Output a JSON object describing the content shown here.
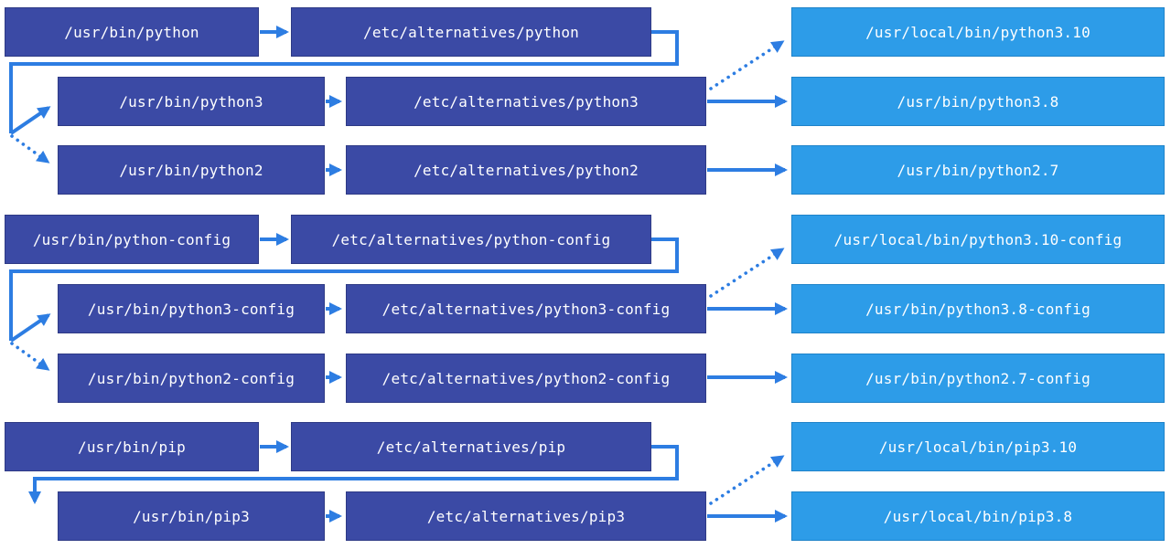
{
  "diagram": {
    "python": {
      "usr_bin": "/usr/bin/python",
      "alternatives": "/etc/alternatives/python",
      "usr_bin_3": "/usr/bin/python3",
      "alternatives_3": "/etc/alternatives/python3",
      "usr_bin_2": "/usr/bin/python2",
      "alternatives_2": "/etc/alternatives/python2",
      "target_local_310": "/usr/local/bin/python3.10",
      "target_38": "/usr/bin/python3.8",
      "target_27": "/usr/bin/python2.7"
    },
    "python_config": {
      "usr_bin": "/usr/bin/python-config",
      "alternatives": "/etc/alternatives/python-config",
      "usr_bin_3": "/usr/bin/python3-config",
      "alternatives_3": "/etc/alternatives/python3-config",
      "usr_bin_2": "/usr/bin/python2-config",
      "alternatives_2": "/etc/alternatives/python2-config",
      "target_local_310": "/usr/local/bin/python3.10-config",
      "target_38": "/usr/bin/python3.8-config",
      "target_27": "/usr/bin/python2.7-config"
    },
    "pip": {
      "usr_bin": "/usr/bin/pip",
      "alternatives": "/etc/alternatives/pip",
      "usr_bin_3": "/usr/bin/pip3",
      "alternatives_3": "/etc/alternatives/pip3",
      "target_local_310": "/usr/local/bin/pip3.10",
      "target_local_38": "/usr/local/bin/pip3.8"
    }
  },
  "colors": {
    "symlink_node": "#3b4aa5",
    "target_node": "#2d9ce8",
    "arrow": "#2d7de2",
    "text": "#ffffff",
    "background": "#ffffff"
  }
}
